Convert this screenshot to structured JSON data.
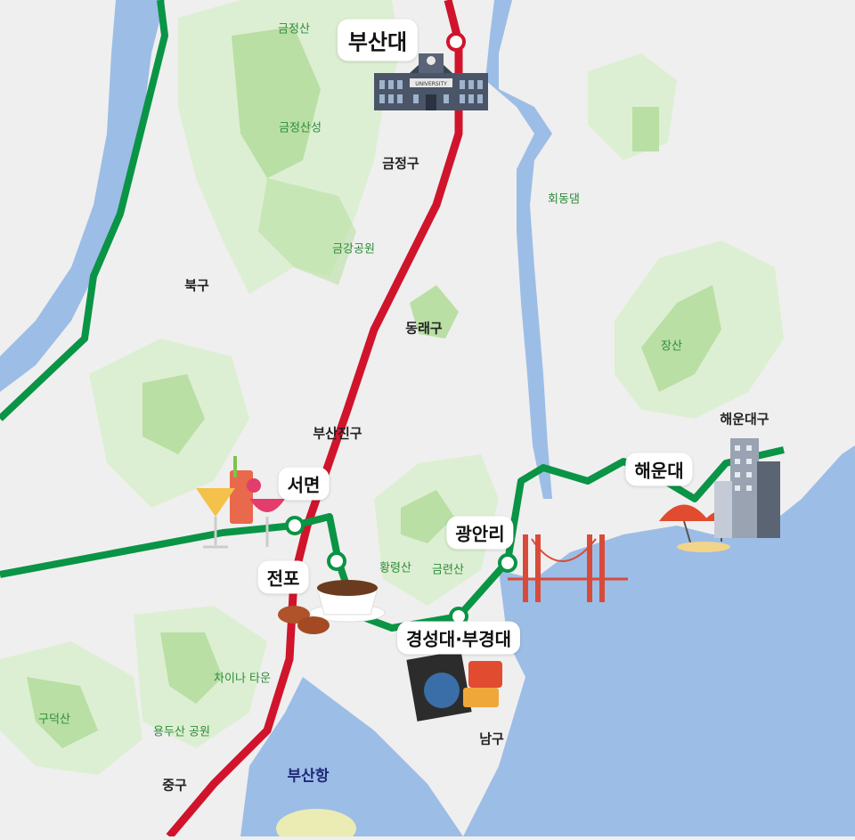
{
  "districts": {
    "geumjeong": "금정구",
    "buk": "북구",
    "dongnae": "동래구",
    "busanjin": "부산진구",
    "haeundae": "해운대구",
    "nam": "남구",
    "jung": "중구"
  },
  "parks": {
    "geumjeongsan": "금정산",
    "geumjeongsanseong": "금정산성",
    "geumgang": "금강공원",
    "hoedongdam": "회동댐",
    "jangsan": "장산",
    "hwangnyeongsan": "황령산",
    "geumnyeonsan": "금련산",
    "chinatown": "차이나 타운",
    "gudeoksan": "구덕산",
    "yongdusan": "용두산 공원"
  },
  "port": "부산항",
  "stations": {
    "pusan_univ": "부산대",
    "seomyeon": "서면",
    "jeonpo": "전포",
    "gwangalli": "광안리",
    "kyungsung": "경성대·부경대",
    "haeundae": "해운대"
  },
  "university_sign": "UNIVERSITY",
  "colors": {
    "line_red": "#d0142c",
    "line_green": "#0a9445",
    "water": "#9cbde6",
    "land": "#efefef",
    "forest_light": "#dcefd2",
    "forest_dark": "#b9dfa4"
  }
}
